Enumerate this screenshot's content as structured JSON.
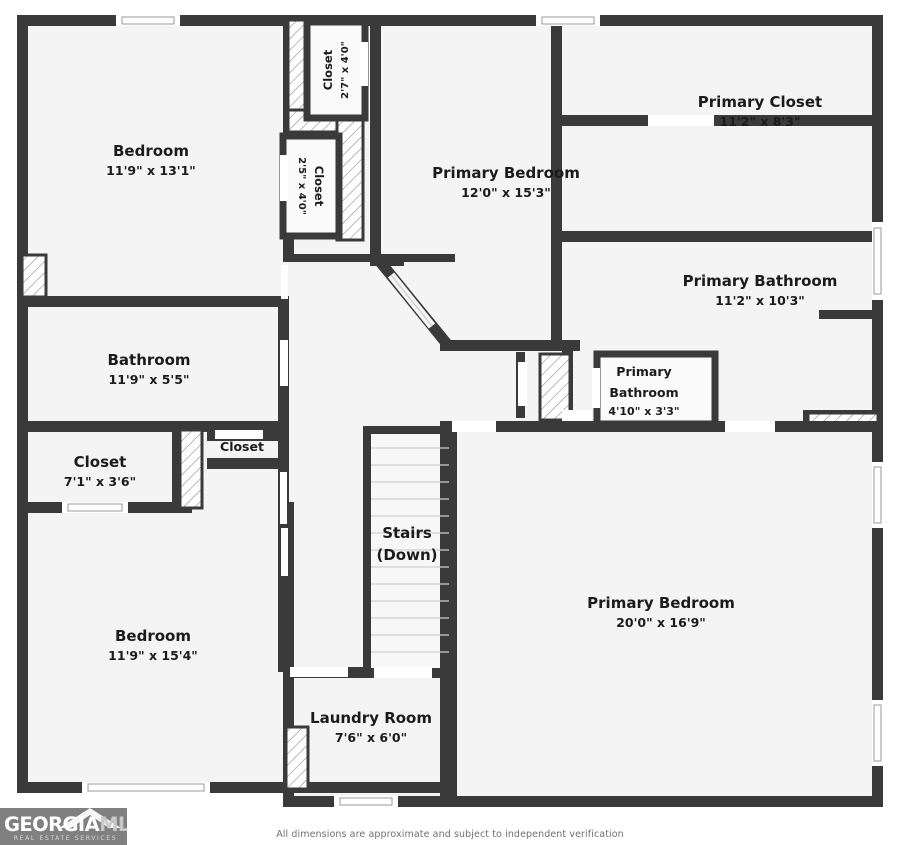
{
  "document": {
    "kind": "floor-plan",
    "footer_note": "All dimensions are approximate and subject to independent verification"
  },
  "logo": {
    "word_primary": "GEORGIA",
    "word_secondary": "MLS",
    "tagline": "REAL ESTATE SERVICES",
    "bg_color": "#808080",
    "primary_color": "#ffffff",
    "secondary_color": "#c9c9c9"
  },
  "colors": {
    "wall": "#3a3a3a",
    "floor": "#f4f4f4",
    "closet_fill": "#fafafa",
    "window": "#ffffff",
    "text": "#1b1b1b",
    "footer_text": "#6f6f6f",
    "page_bg": "#ffffff"
  },
  "rooms": [
    {
      "id": "bedroom-nw",
      "name": "Bedroom",
      "dimensions": "11'9\" x 13'1\""
    },
    {
      "id": "closet-upper",
      "name": "Closet",
      "dimensions": "2'7\" x 4'0\""
    },
    {
      "id": "closet-lower",
      "name": "Closet",
      "dimensions": "2'5\" x 4'0\""
    },
    {
      "id": "primary-bedroom-n",
      "name": "Primary Bedroom",
      "dimensions": "12'0\" x 15'3\""
    },
    {
      "id": "primary-closet",
      "name": "Primary Closet",
      "dimensions": "11'2\" x 8'3\""
    },
    {
      "id": "primary-bathroom",
      "name": "Primary Bathroom",
      "dimensions": "11'2\" x 10'3\""
    },
    {
      "id": "bathroom",
      "name": "Bathroom",
      "dimensions": "11'9\" x 5'5\""
    },
    {
      "id": "primary-bathroom-small",
      "name_line1": "Primary",
      "name_line2": "Bathroom",
      "name": "Primary Bathroom",
      "dimensions": "4'10\" x 3'3\""
    },
    {
      "id": "closet-hall",
      "name": "Closet",
      "dimensions": ""
    },
    {
      "id": "closet-w",
      "name": "Closet",
      "dimensions": "7'1\" x 3'6\""
    },
    {
      "id": "stairs",
      "name": "Stairs",
      "name_line2": "(Down)",
      "dimensions": ""
    },
    {
      "id": "bedroom-sw",
      "name": "Bedroom",
      "dimensions": "11'9\" x 15'4\""
    },
    {
      "id": "primary-bedroom-s",
      "name": "Primary Bedroom",
      "dimensions": "20'0\" x 16'9\""
    },
    {
      "id": "laundry-room",
      "name": "Laundry Room",
      "dimensions": "7'6\" x 6'0\""
    }
  ]
}
